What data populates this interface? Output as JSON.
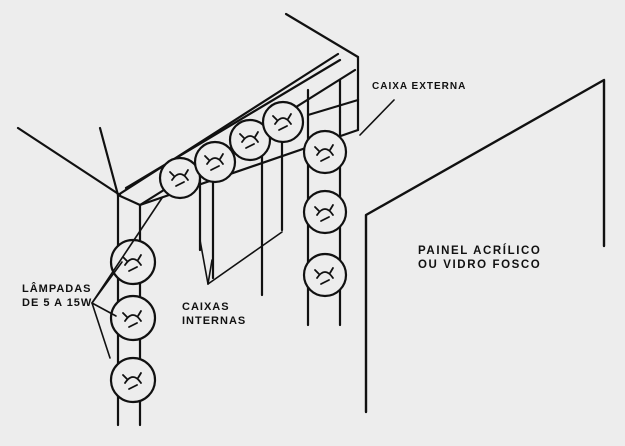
{
  "labels": {
    "caixa_externa": "CAIXA EXTERNA",
    "painel_line1": "PAINEL ACRÍLICO",
    "painel_line2": "OU VIDRO FOSCO",
    "caixas_line1": "CAIXAS",
    "caixas_line2": "INTERNAS",
    "lampadas_line1": "LÂMPADAS",
    "lampadas_line2": "DE 5 A 15W"
  },
  "colors": {
    "ink": "#111111",
    "paper": "#ededed"
  }
}
